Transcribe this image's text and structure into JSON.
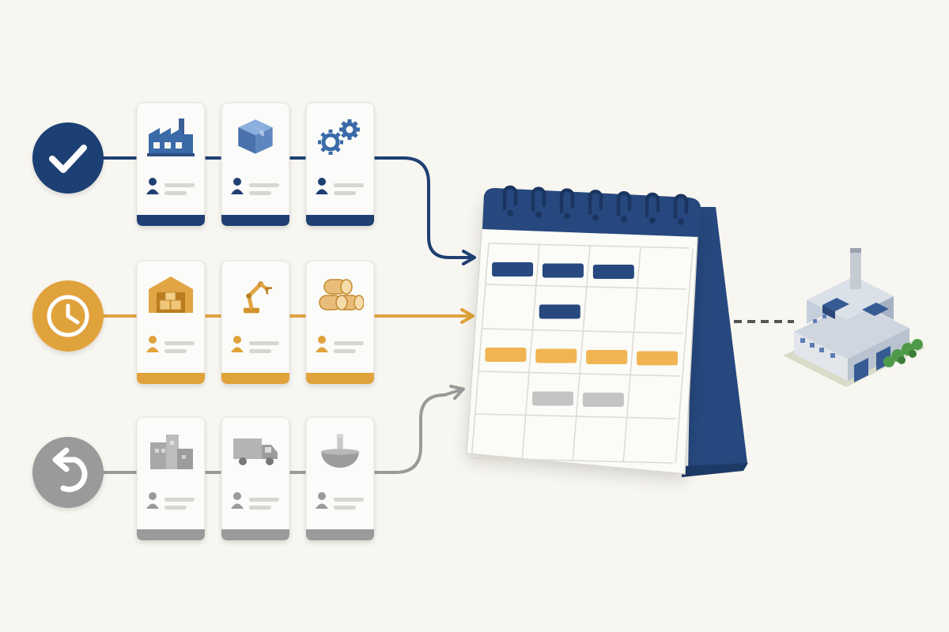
{
  "colors": {
    "background": "#f8f6f0",
    "approved": "#1f3f73",
    "pending": "#e0a23a",
    "returned": "#9a9a9a",
    "calendar_header": "#26487e",
    "calendar_body": "#fbfbf8"
  },
  "flows": [
    {
      "status_icon": "checkmark-icon",
      "color": "#1f3f73",
      "cards": [
        {
          "icon": "factory-icon"
        },
        {
          "icon": "package-box-icon"
        },
        {
          "icon": "gears-icon"
        }
      ]
    },
    {
      "status_icon": "clock-icon",
      "color": "#e0a23a",
      "cards": [
        {
          "icon": "warehouse-icon"
        },
        {
          "icon": "robotic-arm-icon"
        },
        {
          "icon": "lumber-logs-icon"
        }
      ]
    },
    {
      "status_icon": "undo-arrow-icon",
      "color": "#9a9a9a",
      "cards": [
        {
          "icon": "buildings-icon"
        },
        {
          "icon": "delivery-truck-icon"
        },
        {
          "icon": "mortar-pestle-icon"
        }
      ]
    }
  ],
  "calendar": {
    "rings": 7,
    "events": [
      {
        "row": 0,
        "col": 0,
        "status": "approved"
      },
      {
        "row": 0,
        "col": 1,
        "status": "approved"
      },
      {
        "row": 0,
        "col": 2,
        "status": "approved"
      },
      {
        "row": 1,
        "col": 1,
        "status": "approved"
      },
      {
        "row": 2,
        "col": 0,
        "status": "pending"
      },
      {
        "row": 2,
        "col": 1,
        "status": "pending"
      },
      {
        "row": 2,
        "col": 2,
        "status": "pending"
      },
      {
        "row": 2,
        "col": 3,
        "status": "pending"
      },
      {
        "row": 3,
        "col": 1,
        "status": "returned"
      },
      {
        "row": 3,
        "col": 2,
        "status": "returned"
      }
    ]
  },
  "destination": {
    "icon": "factory-building-icon"
  }
}
